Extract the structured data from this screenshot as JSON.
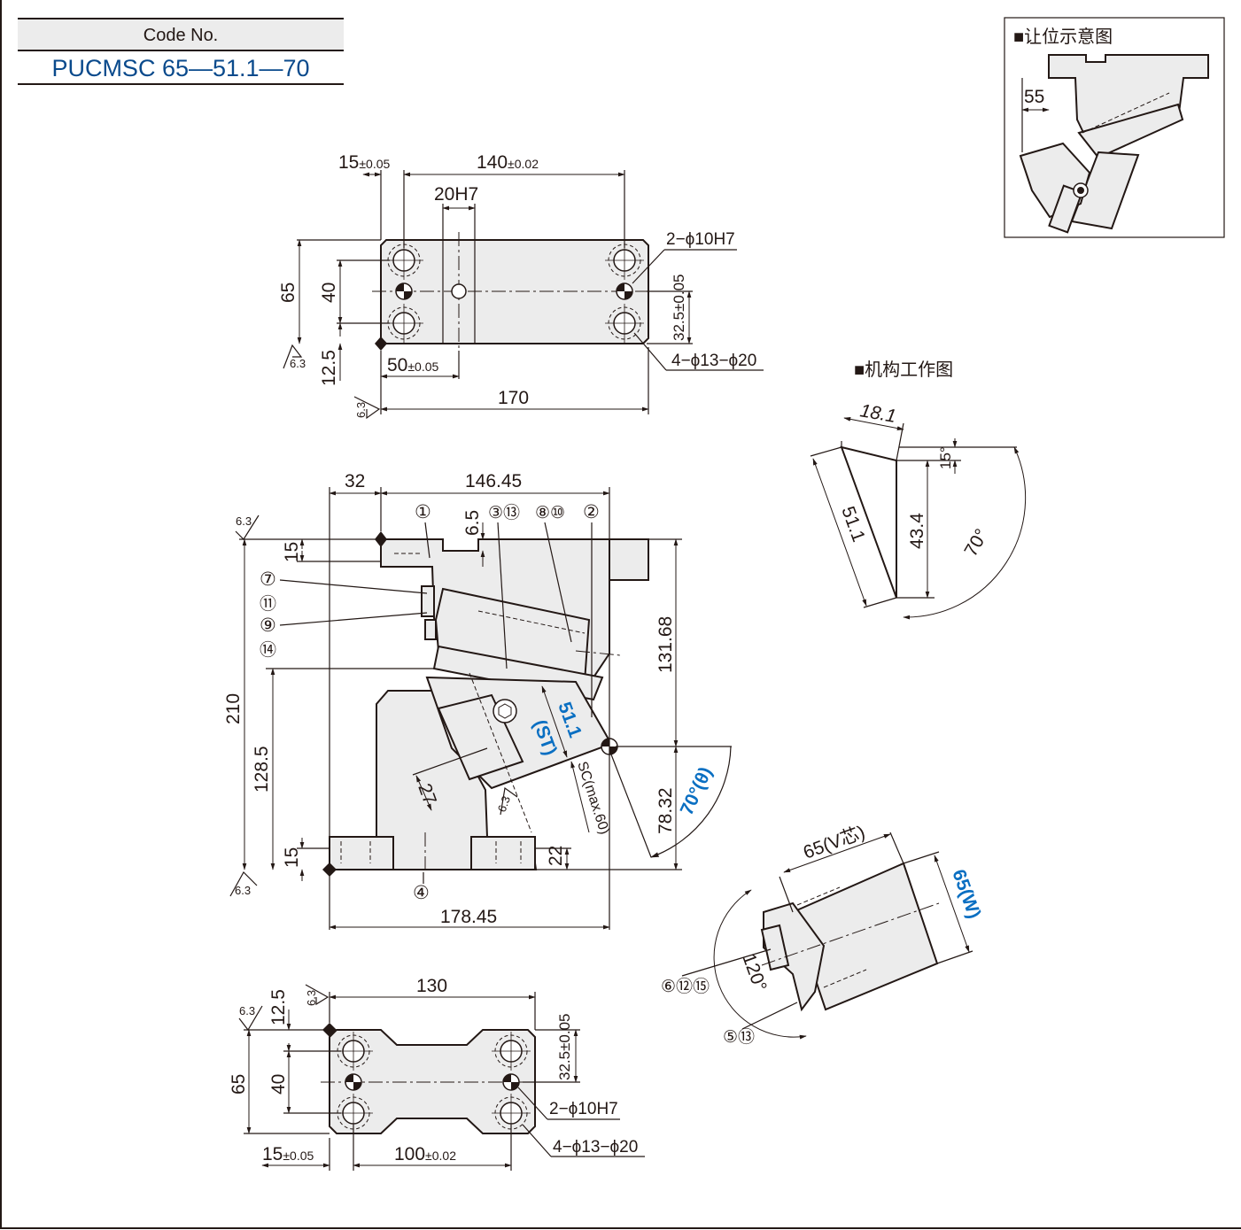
{
  "header": {
    "code_label": "Code No.",
    "code_value": "PUCMSC 65—51.1—70"
  },
  "colors": {
    "accent": "#0a4a8c",
    "highlight": "#0a6fc2",
    "part_fill": "#ececec"
  },
  "inset": {
    "title": "■让位示意图",
    "dim_55": "55"
  },
  "mechanism": {
    "title": "■机构工作图",
    "d18": "18.1",
    "a15": "15°",
    "d51": "51.1",
    "d43": "43.4",
    "a70": "70°"
  },
  "top_view": {
    "d15": "15",
    "d15_tol": "±0.05",
    "d140": "140",
    "d140_tol": "±0.02",
    "d20": "20H7",
    "pin": "2−ϕ10H7",
    "d65": "65",
    "d40": "40",
    "d32": "32.5±0.05",
    "d12": "12.5",
    "r1": "6.3",
    "r2": "6.3",
    "d50": "50",
    "d50_tol": "±0.05",
    "holes": "4−ϕ13−ϕ20",
    "d170": "170"
  },
  "front_view": {
    "d32": "32",
    "d146": "146.45",
    "p1": "①",
    "d65": "6.5",
    "p3": "③⑬",
    "p8": "⑧⑩",
    "p2": "②",
    "r1": "6.3",
    "d15a": "15",
    "p7": "⑦",
    "p11": "⑪",
    "p9": "⑨",
    "p14": "⑭",
    "d210": "210",
    "d131": "131.68",
    "d128": "128.5",
    "st_val": "51.1",
    "st_label": "(ST)",
    "sc": "SC(max.60)",
    "d27": "27",
    "r2": "6.3",
    "angle": "70°(θ)",
    "d78": "78.32",
    "d15b": "15",
    "d22": "22",
    "p4": "④",
    "r3": "6.3",
    "d178": "178.45"
  },
  "v_view": {
    "d65v": "65(V芯)",
    "d65w": "65(W)",
    "a120": "120°",
    "p6": "⑥⑫⑮",
    "p5": "⑤⑬"
  },
  "bottom_view": {
    "d130": "130",
    "r1": "6.3",
    "r2": "6.3",
    "d12": "12.5",
    "d32": "32.5±0.05",
    "d65": "65",
    "d40": "40",
    "pin": "2−ϕ10H7",
    "holes": "4−ϕ13−ϕ20",
    "d15": "15",
    "d15_tol": "±0.05",
    "d100": "100",
    "d100_tol": "±0.02"
  }
}
